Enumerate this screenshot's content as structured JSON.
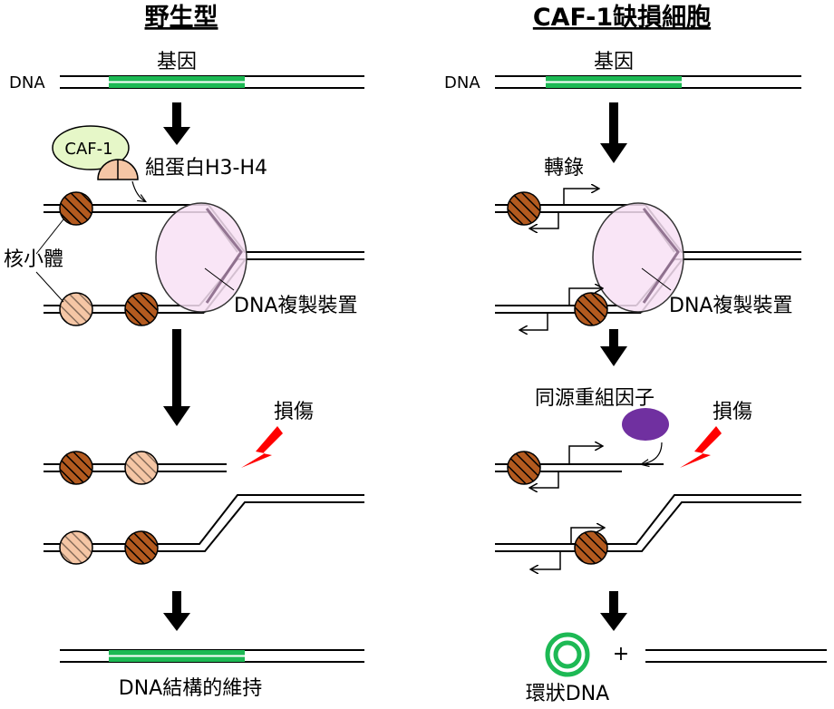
{
  "left_panel": {
    "title": "野生型",
    "dna_label": "DNA",
    "gene_label": "基因",
    "caf1_label": "CAF-1",
    "histone_label": "組蛋白H3-H4",
    "nucleosome_label": "核小體",
    "replication_label": "DNA複製裝置",
    "damage_label": "損傷",
    "result_label": "DNA結構的維持"
  },
  "right_panel": {
    "title": "CAF-1缺損細胞",
    "dna_label": "DNA",
    "gene_label": "基因",
    "transcription_label": "轉錄",
    "replication_label": "DNA複製裝置",
    "recombination_label": "同源重組因子",
    "damage_label": "損傷",
    "plus_sign": "+",
    "circular_label": "環狀DNA"
  },
  "colors": {
    "gene": "#1db954",
    "nucleosome_dark": "#b35a1f",
    "nucleosome_light": "#f5c6a5",
    "caf1": "#e6f7c8",
    "replisome": "#f8e0f5",
    "recombination_factor": "#7030a0",
    "damage": "#ff0000"
  }
}
